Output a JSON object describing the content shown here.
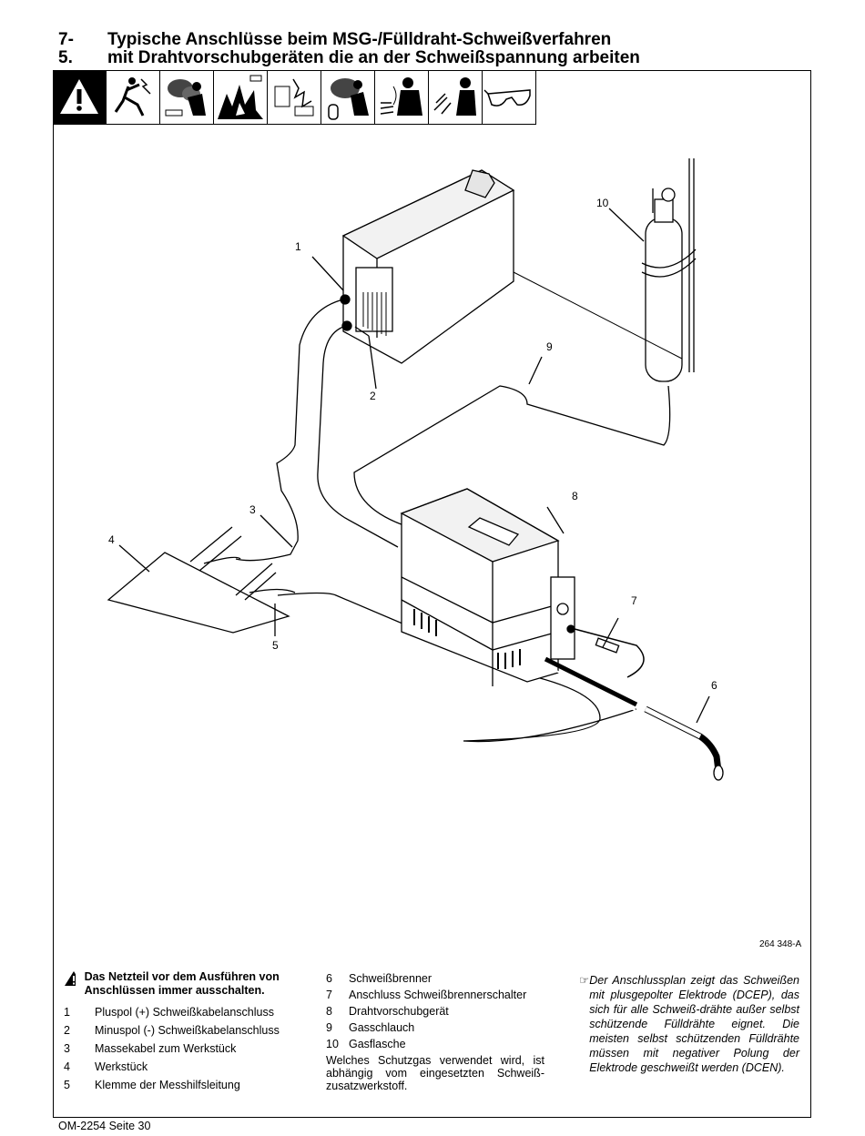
{
  "header": {
    "number": "7-5.",
    "title_line1": "Typische Anschlüsse beim MSG-/Fülldraht-Schweißverfahren",
    "title_line2": "mit Drahtvorschubgeräten die an der Schweißspannung arbeiten"
  },
  "hazard_icons": [
    "warning-icon",
    "electric-shock-icon",
    "fumes-icon",
    "explosion-icon",
    "fire-icon",
    "gas-cylinder-icon",
    "noise-icon",
    "arc-rays-icon",
    "safety-glasses-icon"
  ],
  "figure": {
    "code": "264 348-A",
    "callouts": [
      "1",
      "2",
      "3",
      "4",
      "5",
      "6",
      "7",
      "8",
      "9",
      "10"
    ]
  },
  "legend": {
    "warning": "Das Netzteil vor dem Ausführen von Anschlüssen immer ausschalten.",
    "items_left": [
      {
        "n": "1",
        "label": "Pluspol (+) Schweißkabelanschluss"
      },
      {
        "n": "2",
        "label": "Minuspol (-) Schweißkabelanschluss"
      },
      {
        "n": "3",
        "label": "Massekabel zum Werkstück"
      },
      {
        "n": "4",
        "label": "Werkstück"
      },
      {
        "n": "5",
        "label": "Klemme der Messhilfsleitung"
      }
    ],
    "items_right": [
      {
        "n": "6",
        "label": "Schweißbrenner"
      },
      {
        "n": "7",
        "label": "Anschluss Schweißbrennerschalter"
      },
      {
        "n": "8",
        "label": "Drahtvorschubgerät"
      },
      {
        "n": "9",
        "label": "Gasschlauch"
      },
      {
        "n": "10",
        "label": "Gasflasche"
      }
    ],
    "gas_note": "Welches Schutzgas verwendet wird, ist abhängig vom eingesetzten Schweiß-zusatzwerkstoff.",
    "note_icon": "☞",
    "polarity_note": "Der Anschlussplan zeigt das Schweißen mit plusgepolter Elektrode (DCEP), das sich für alle Schweiß-drähte außer selbst schützende Fülldrähte eignet. Die meisten selbst schützenden Fülldrähte müssen mit negativer Polung der Elektrode geschweißt werden (DCEN)."
  },
  "footer": {
    "text": "OM-2254 Seite 30"
  }
}
